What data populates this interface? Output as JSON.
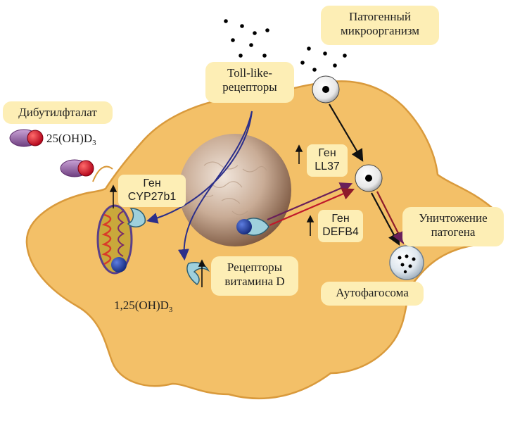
{
  "labels": {
    "pathogen_line1": "Патогенный",
    "pathogen_line2": "микроорганизм",
    "tlr_line1": "Toll-like-",
    "tlr_line2": "рецепторы",
    "dibutyl": "Дибутилфталат",
    "vitd_25_main": "25(OH)D",
    "vitd_25_sub": "3",
    "gene_word_1": "Ген",
    "gene_cyp": "CYP27b1",
    "gene_word_2": "Ген",
    "gene_ll37": "LL37",
    "gene_word_3": "Ген",
    "gene_defb4": "DEFB4",
    "vdr_line1": "Рецепторы",
    "vdr_line2": "витамина D",
    "vitd_125_main": "1,25(OH)D",
    "vitd_125_sub": "3",
    "destroy_line1": "Уничтожение",
    "destroy_line2": "патогена",
    "autophagosome": "Аутофагосома"
  },
  "colors": {
    "cell_fill": "#f3c068",
    "cell_stroke": "#d99a3c",
    "label_bg": "#fdeeb5",
    "nucleus": "#9d7a62",
    "arrow_blue": "#2c2f8a",
    "arrow_red": "#8e1b2a",
    "arrow_black": "#111111",
    "receptor_blue": "#1f3b9c",
    "mol_purple": "#8a5a9b",
    "mol_red": "#d11a2a"
  }
}
